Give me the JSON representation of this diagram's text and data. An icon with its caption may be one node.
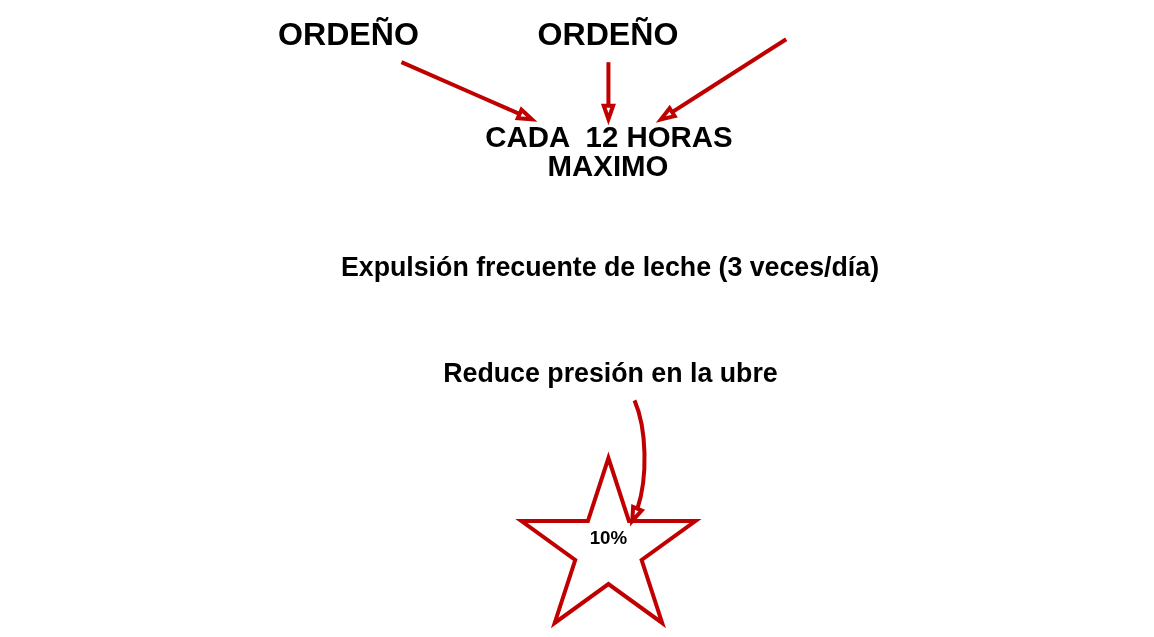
{
  "diagram": {
    "nodes": [
      {
        "text": [
          "ORDEÑO"
        ]
      },
      {
        "text": [
          "ORDEÑO"
        ]
      },
      {
        "text": [
          "CADA  12 HORAS",
          "MAXIMO"
        ]
      },
      {
        "text": [
          "Expulsión frecuente de leche (3 veces/día)"
        ]
      },
      {
        "text": [
          "Reduce presión en la ubre"
        ]
      },
      {
        "text": [
          "10%"
        ]
      }
    ],
    "edges": [
      {
        "from": null,
        "to": 2,
        "arrow": "to"
      },
      {
        "from": 0,
        "to": 2,
        "arrow": "to"
      },
      {
        "from": 1,
        "to": 2,
        "arrow": "to"
      },
      {
        "from": 4,
        "to": 5,
        "arrow": "to"
      }
    ]
  }
}
